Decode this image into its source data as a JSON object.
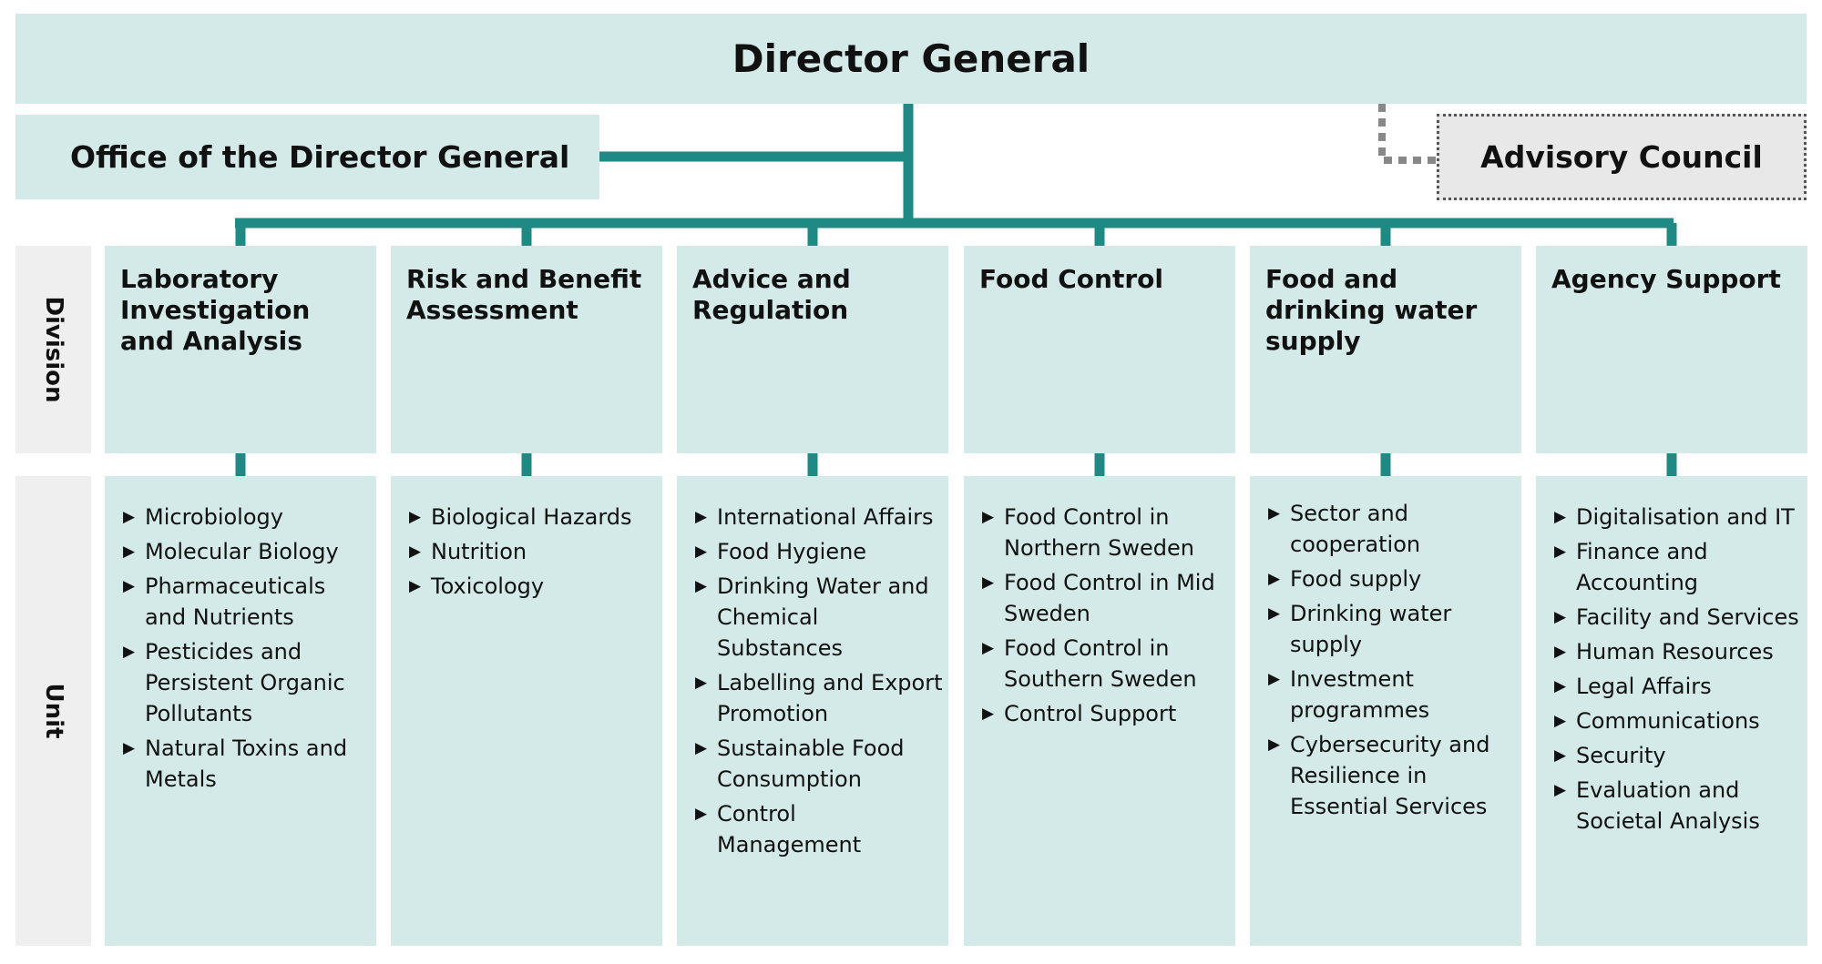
{
  "director_general": "Director General",
  "office": "Office of the Director General",
  "advisory_council": "Advisory Council",
  "row_labels": {
    "division": "Division",
    "unit": "Unit"
  },
  "colors": {
    "box": "#d4eae8",
    "connector": "#1e8a83",
    "side": "#efefef",
    "advisory": "#e8e8e8"
  },
  "divisions": [
    {
      "title": "Laboratory Investigation and Analysis",
      "units": [
        "Microbiology",
        "Molecular Biology",
        "Pharmaceuticals and Nutrients",
        "Pesticides and Persistent Organic Pollutants",
        "Natural Toxins and Metals"
      ]
    },
    {
      "title": "Risk and Benefit Assessment",
      "units": [
        "Biological Hazards",
        "Nutrition",
        "Toxicology"
      ]
    },
    {
      "title": "Advice and Regulation",
      "units": [
        "International Affairs",
        "Food Hygiene",
        "Drinking Water and Chemical Substances",
        "Labelling and Export Promotion",
        "Sustainable Food Consumption",
        "Control Management"
      ]
    },
    {
      "title": "Food Control",
      "units": [
        "Food Control in Northern Sweden",
        "Food Control in Mid Sweden",
        "Food Control in Southern Sweden",
        "Control Support"
      ]
    },
    {
      "title": "Food and drinking water supply",
      "units": [
        "Sector and cooperation",
        "Food supply",
        "Drinking water supply",
        "Investment programmes",
        "Cybersecurity and Resilience in Essential Services"
      ]
    },
    {
      "title": "Agency Support",
      "units": [
        "Digitalisation and IT",
        "Finance and Accounting",
        "Facility and Services",
        "Human Resources",
        "Legal Affairs",
        "Communications",
        "Security",
        "Evaluation and Societal Analysis"
      ]
    }
  ]
}
